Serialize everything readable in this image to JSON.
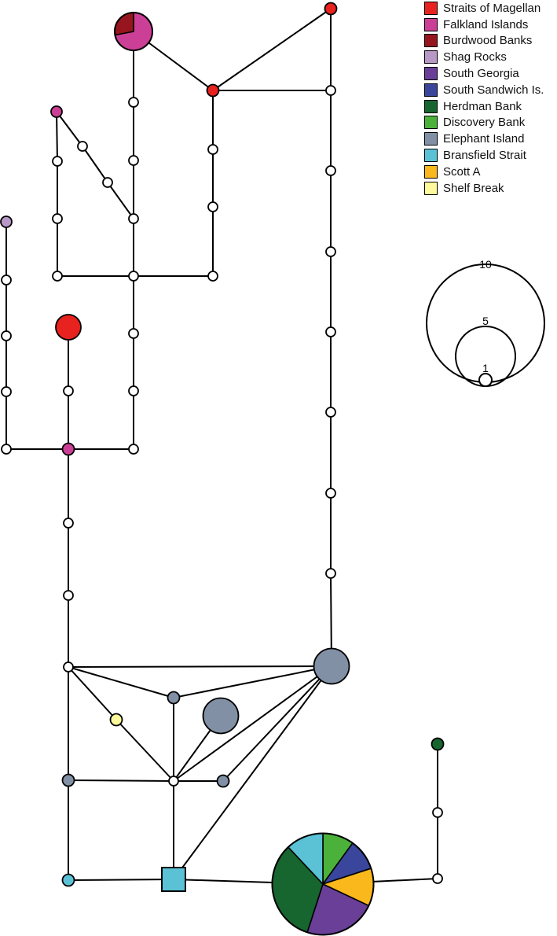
{
  "legend": [
    {
      "label": "Straits of Magellan",
      "color": "#e8221e"
    },
    {
      "label": "Falkland Islands",
      "color": "#cc3f96"
    },
    {
      "label": "Burdwood Banks",
      "color": "#97151e"
    },
    {
      "label": "Shag Rocks",
      "color": "#b898c6"
    },
    {
      "label": "South Georgia",
      "color": "#6a3f97"
    },
    {
      "label": "South Sandwich Is.",
      "color": "#3a469b"
    },
    {
      "label": "Herdman Bank",
      "color": "#17652f"
    },
    {
      "label": "Discovery Bank",
      "color": "#4bb13b"
    },
    {
      "label": "Elephant Island",
      "color": "#8190a4"
    },
    {
      "label": "Bransfield Strait",
      "color": "#5bc2d6"
    },
    {
      "label": "Scott A",
      "color": "#fbb81c"
    },
    {
      "label": "Shelf Break",
      "color": "#fef99a"
    }
  ],
  "scale": {
    "labels": [
      "10",
      "5",
      "1"
    ]
  },
  "colors": {
    "line": "#000000",
    "missing": "#ffffff"
  }
}
